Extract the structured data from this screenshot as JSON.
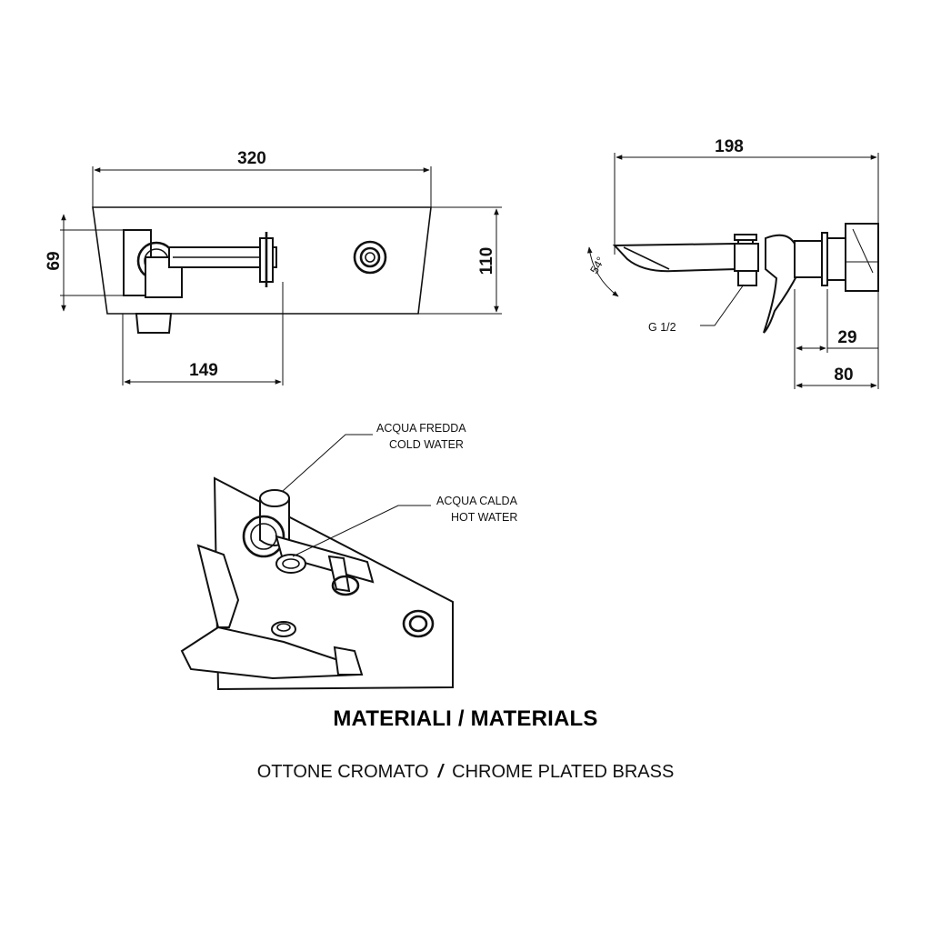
{
  "front_view": {
    "dim_width": "320",
    "dim_height": "110",
    "dim_handle_height": "69",
    "dim_spout_offset": "149"
  },
  "side_view": {
    "dim_depth": "198",
    "dim_angle": "54°",
    "thread_label": "G 1/2",
    "dim_min_depth": "29",
    "dim_max_depth": "80"
  },
  "iso_view": {
    "cold_water_it": "ACQUA FREDDA",
    "cold_water_en": "COLD WATER",
    "hot_water_it": "ACQUA CALDA",
    "hot_water_en": "HOT WATER"
  },
  "materials": {
    "title": "MATERIALI / MATERIALS",
    "italian": "OTTONE CROMATO",
    "separator": "/",
    "english": "CHROME PLATED BRASS"
  }
}
